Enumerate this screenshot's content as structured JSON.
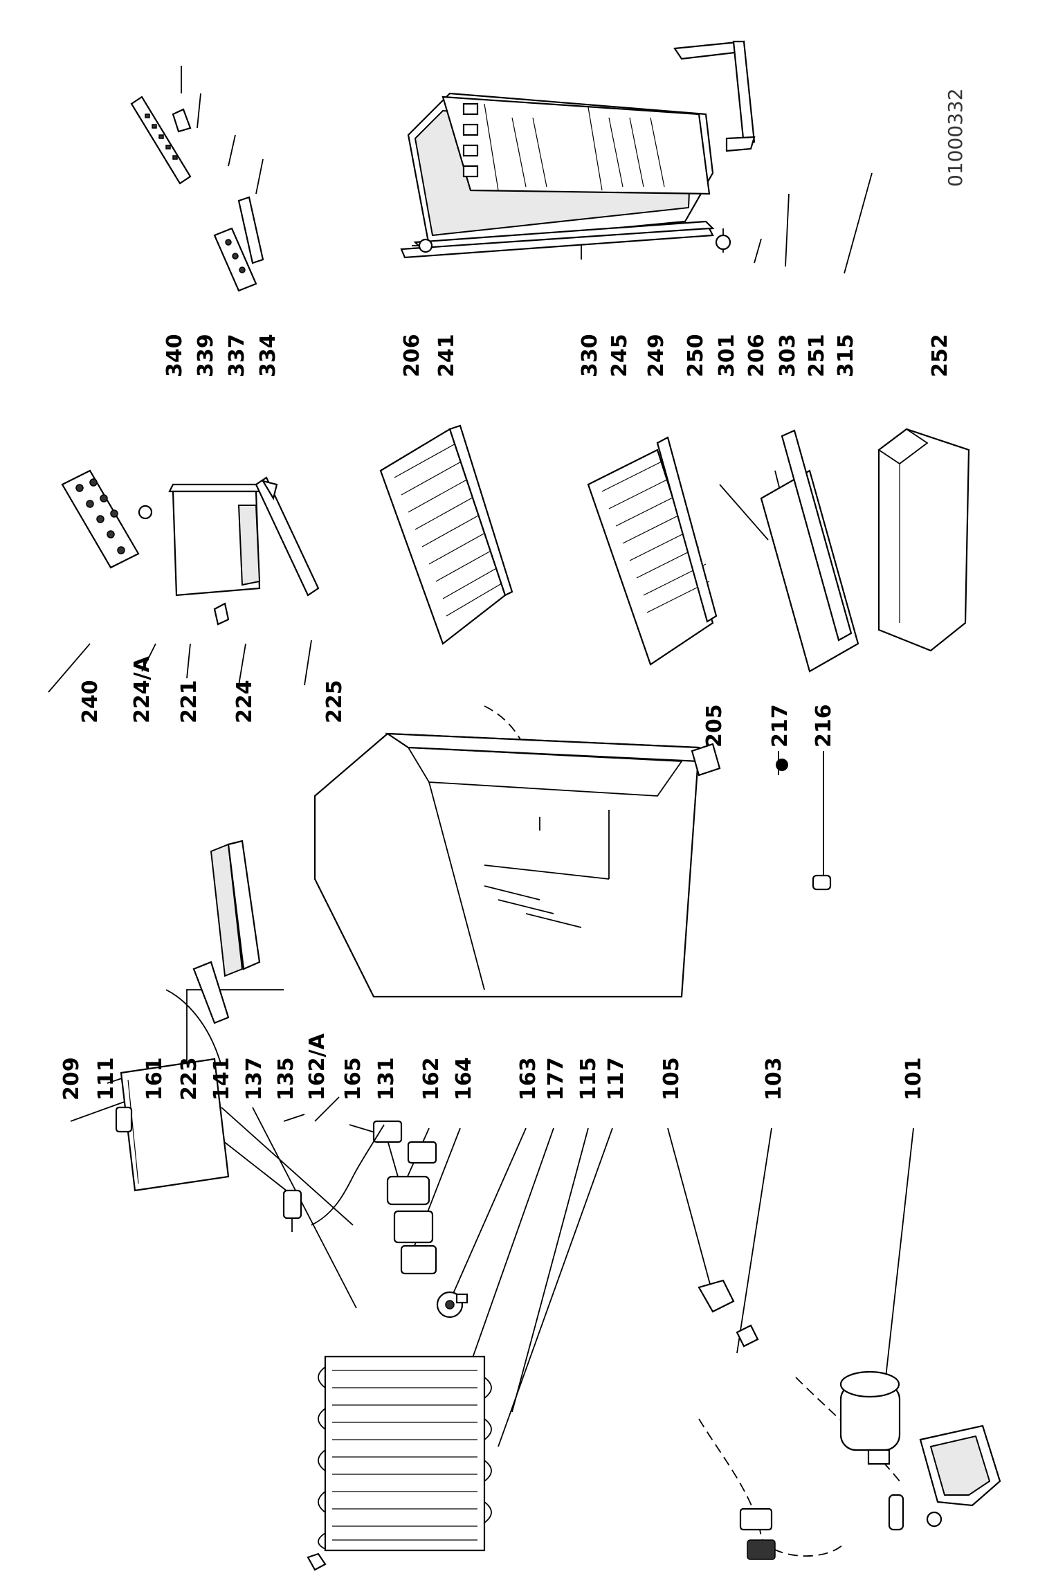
{
  "document_number": "01000332",
  "labels": {
    "l209": "209",
    "l111": "111",
    "l161": "161",
    "l223": "223",
    "l141": "141",
    "l137": "137",
    "l135": "135",
    "l162a": "162/A",
    "l165": "165",
    "l131": "131",
    "l162": "162",
    "l164": "164",
    "l163": "163",
    "l177": "177",
    "l115": "115",
    "l117": "117",
    "l105": "105",
    "l103": "103",
    "l101": "101",
    "l205": "205",
    "l217": "217",
    "l216": "216",
    "l240": "240",
    "l224a": "224/A",
    "l221": "221",
    "l224": "224",
    "l225": "225",
    "l241": "241",
    "l245": "245",
    "l249": "249",
    "l250": "250",
    "l251": "251",
    "l252": "252",
    "l340": "340",
    "l339": "339",
    "l337": "337",
    "l334": "334",
    "l206a": "206",
    "l330": "330",
    "l301": "301",
    "l206b": "206",
    "l303": "303",
    "l315": "315"
  }
}
